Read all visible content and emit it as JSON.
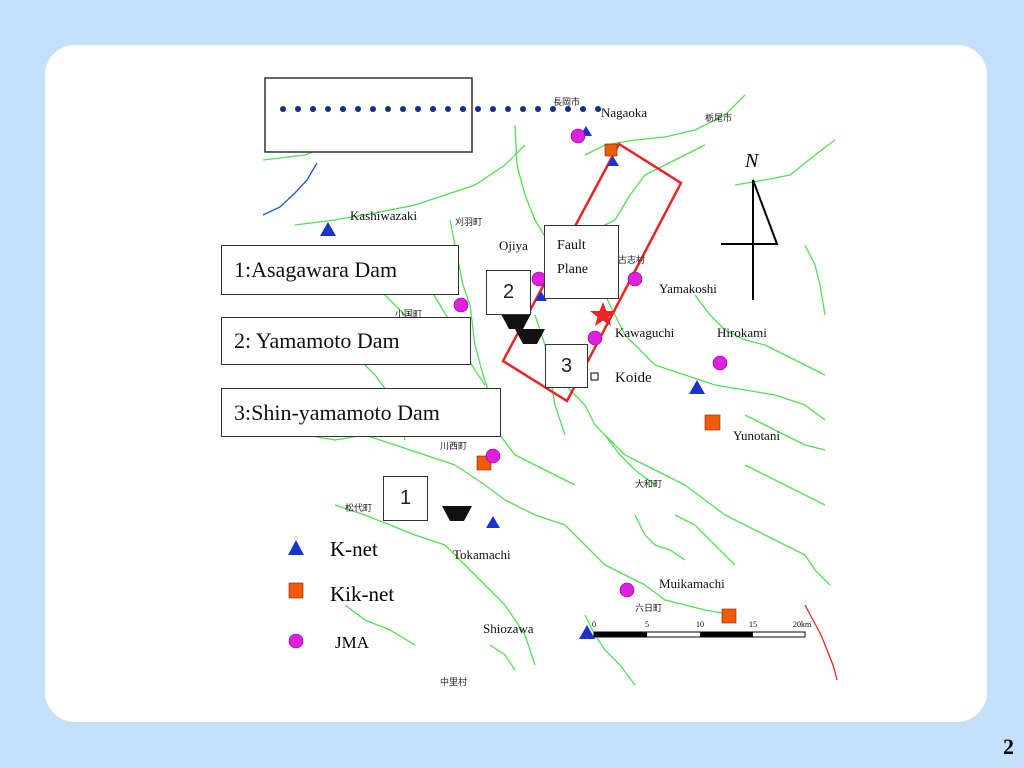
{
  "slide": {
    "page_number": "2"
  },
  "map": {
    "places": [
      {
        "id": "nagaoka",
        "label": "Nagaoka"
      },
      {
        "id": "kashiwazaki",
        "label": "Kashiwazaki"
      },
      {
        "id": "ojiya",
        "label": "Ojiya"
      },
      {
        "id": "yamakoshi",
        "label": "Yamakoshi"
      },
      {
        "id": "kawaguchi",
        "label": "Kawaguchi"
      },
      {
        "id": "hirokami",
        "label": "Hirokami"
      },
      {
        "id": "koide",
        "label": "Koide"
      },
      {
        "id": "yunotani",
        "label": "Yunotani"
      },
      {
        "id": "tokamachi",
        "label": "Tokamachi"
      },
      {
        "id": "muikamachi",
        "label": "Muikamachi"
      },
      {
        "id": "shiozawa",
        "label": "Shiozawa"
      }
    ],
    "jp_labels": {
      "nagaoka_city": "長岡市",
      "tochio_city": "栃尾市",
      "kashiwazaki_town": "刈羽町",
      "ojiya_town": "古志村",
      "oguni_town": "小国町",
      "kawanishi_town": "川西町",
      "matsudai_town": "松代町",
      "yamato_town": "大和町",
      "muika_town": "六日町",
      "nakasato_village": "中里村"
    },
    "fault_plane_label": "Fault Plane",
    "north_label": "N",
    "dams": [
      {
        "number": "1",
        "name": "1:Asagawara Dam"
      },
      {
        "number": "2",
        "name": "2: Yamamoto Dam"
      },
      {
        "number": "3",
        "name": "3:Shin-yamamoto Dam"
      }
    ],
    "scale_bar": {
      "ticks": [
        "0",
        "5",
        "10",
        "15",
        "20km"
      ]
    },
    "legend": [
      {
        "symbol": "triangle",
        "color": "#1a33cc",
        "label": "K-net"
      },
      {
        "symbol": "square",
        "color": "#f05a0a",
        "label": "Kik-net"
      },
      {
        "symbol": "circle",
        "color": "#e020e0",
        "label": "JMA"
      }
    ],
    "colors": {
      "boundary": "#55dd55",
      "fault": "#ee2222",
      "epicenter": "#ee2222",
      "river": "#2255cc",
      "background": "#c4e0fa"
    }
  }
}
